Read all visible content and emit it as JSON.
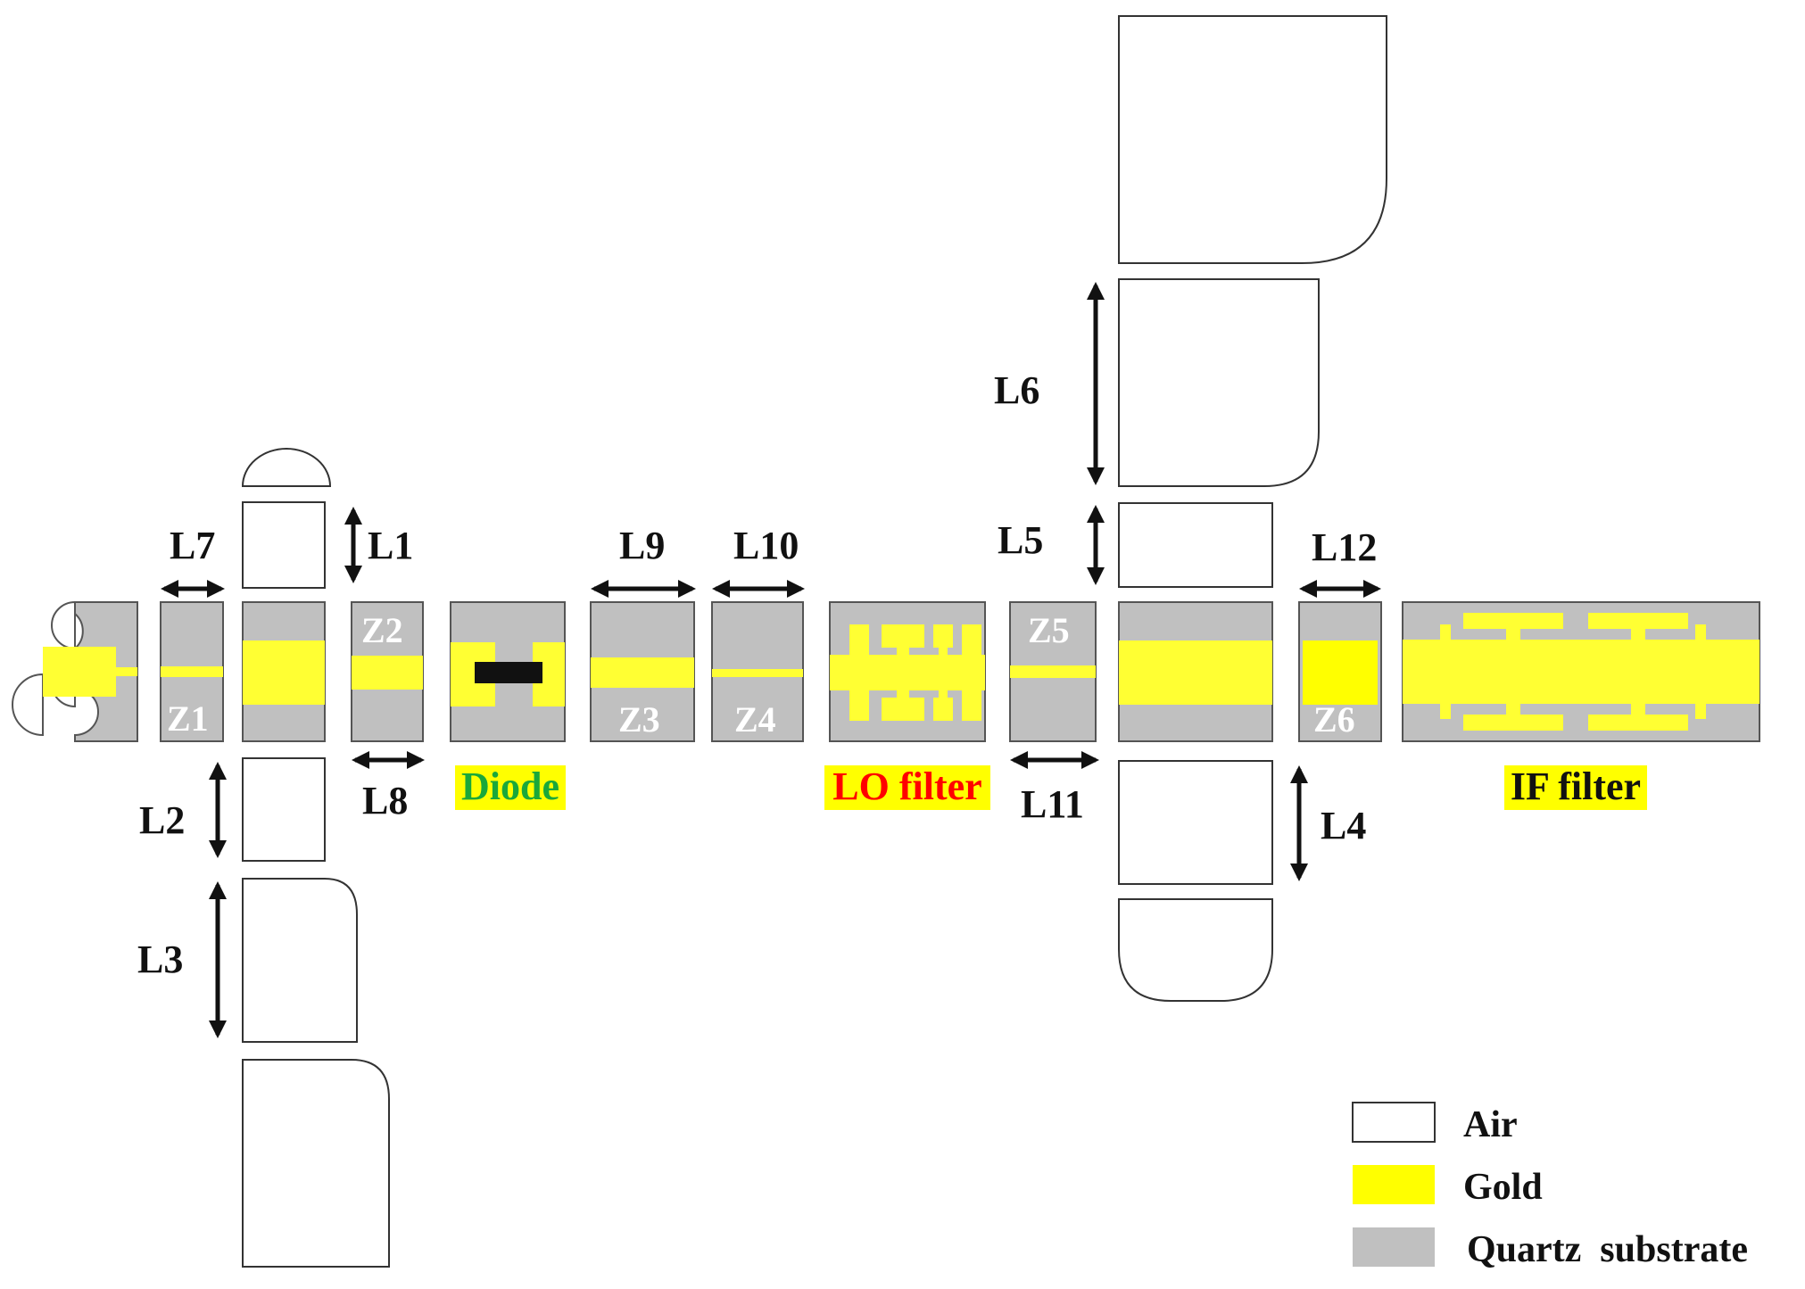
{
  "colors": {
    "air": "#ffffff",
    "gold": "#ffff00",
    "gold_strip": "#f4f43a",
    "quartz": "#c0c0c0",
    "outline": "#333333",
    "diode_chip": "#111111",
    "diode_text": "#1aa83a",
    "lo_text": "#ff0000",
    "if_text": "#111111",
    "label_bg": "#ffff00"
  },
  "dimension_labels": {
    "L1": "L1",
    "L2": "L2",
    "L3": "L3",
    "L4": "L4",
    "L5": "L5",
    "L6": "L6",
    "L7": "L7",
    "L8": "L8",
    "L9": "L9",
    "L10": "L10",
    "L11": "L11",
    "L12": "L12"
  },
  "impedance_labels": {
    "Z1": "Z1",
    "Z2": "Z2",
    "Z3": "Z3",
    "Z4": "Z4",
    "Z5": "Z5",
    "Z6": "Z6"
  },
  "component_labels": {
    "diode": "Diode",
    "lo_filter": "LO filter",
    "if_filter": "IF filter"
  },
  "legend": [
    {
      "label": "Air",
      "swatch": "air"
    },
    {
      "label": "Gold",
      "swatch": "gold"
    },
    {
      "label": "Quartz  substrate",
      "swatch": "quartz"
    }
  ]
}
